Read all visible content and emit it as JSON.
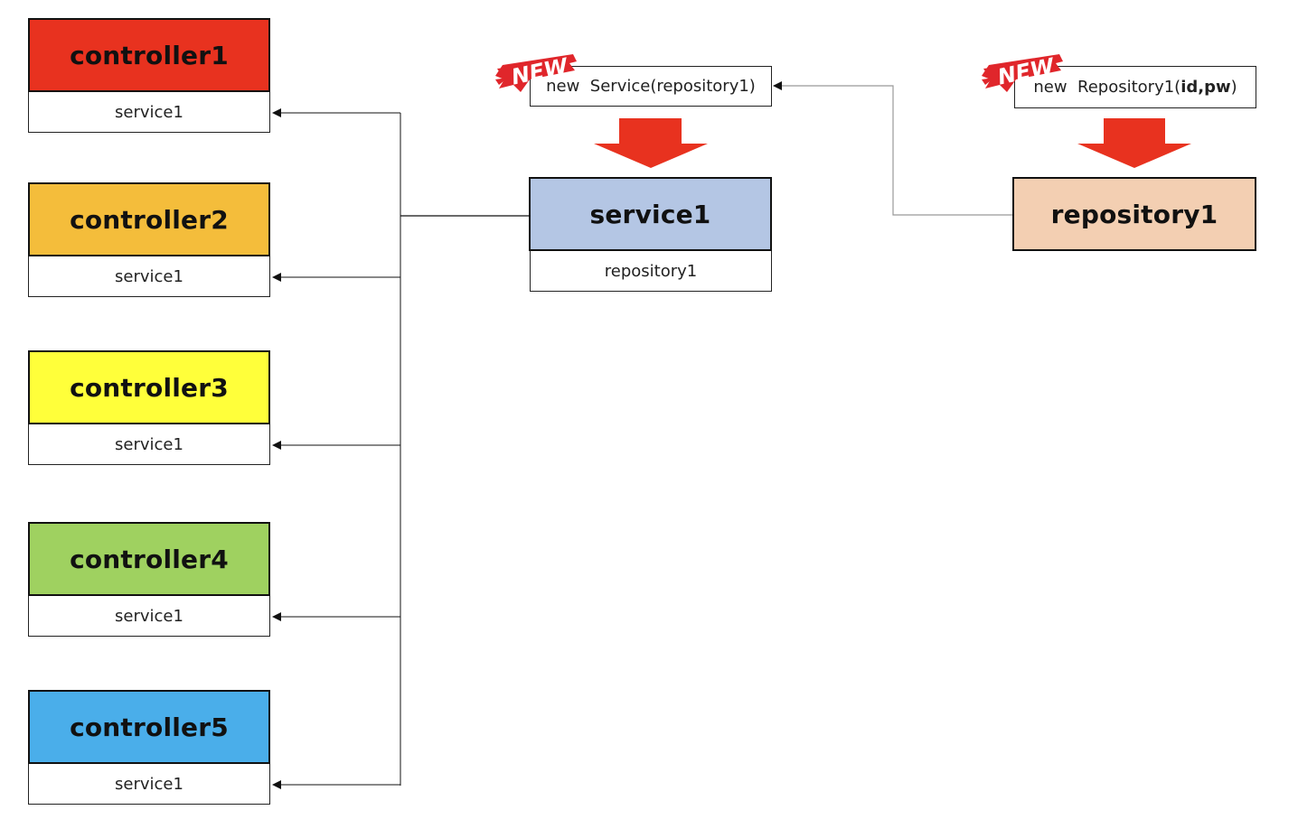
{
  "controllers": [
    {
      "name": "controller1",
      "field": "service1",
      "color": "#e8321f"
    },
    {
      "name": "controller2",
      "field": "service1",
      "color": "#f4bd3b"
    },
    {
      "name": "controller3",
      "field": "service1",
      "color": "#ffff3a"
    },
    {
      "name": "controller4",
      "field": "service1",
      "color": "#9fd160"
    },
    {
      "name": "controller5",
      "field": "service1",
      "color": "#4aaeea"
    }
  ],
  "service": {
    "name": "service1",
    "field": "repository1",
    "color": "#b4c6e4",
    "creation_prefix": "new  Service(repository1)"
  },
  "repository": {
    "name": "repository1",
    "color": "#f3cfb2",
    "creation_prefix": "new  Repository1(",
    "creation_args": "id,pw",
    "creation_suffix": ")"
  },
  "badges": {
    "service": "NEW",
    "repository": "NEW"
  },
  "accent_colors": {
    "arrow": "#e8321f",
    "badge": "#e0262b"
  }
}
